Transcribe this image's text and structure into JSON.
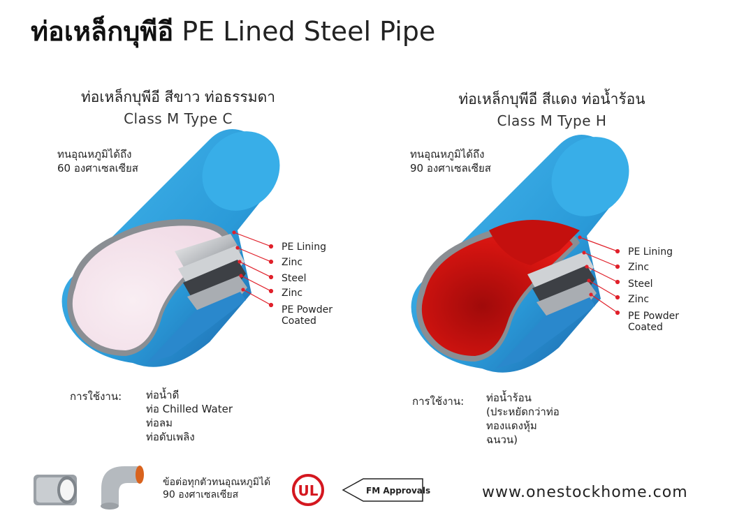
{
  "header": {
    "title_th": "ท่อเหล็กบุพีอี",
    "title_en": "PE Lined Steel Pipe"
  },
  "left_pipe": {
    "title_line1": "ท่อเหล็กบุพีอี สีขาว ท่อธรรมดา",
    "title_line2": "Class M Type C",
    "temp_line1": "ทนอุณหภูมิได้ถึง",
    "temp_line2": "60 องศาเซลเซียส",
    "layers": [
      "PE Lining",
      "Zinc",
      "Steel",
      "Zinc",
      "PE Powder",
      "Coated"
    ],
    "usage_label": "การใช้งาน:",
    "usage_items": [
      "ท่อน้ำดี",
      "ท่อ Chilled Water",
      "ท่อลม",
      "ท่อดับเพลิง"
    ],
    "lining_color": "#f6e4ec"
  },
  "right_pipe": {
    "title_line1": "ท่อเหล็กบุพีอี สีแดง ท่อน้ำร้อน",
    "title_line2": "Class M Type H",
    "temp_line1": "ทนอุณหภูมิได้ถึง",
    "temp_line2": "90 องศาเซลเซียส",
    "layers": [
      "PE Lining",
      "Zinc",
      "Steel",
      "Zinc",
      "PE Powder",
      "Coated"
    ],
    "usage_label": "การใช้งาน:",
    "usage_items": [
      "ท่อน้ำร้อน",
      "(ประหยัดกว่าท่อ",
      "ทองแดงหุ้ม",
      "ฉนวน)"
    ],
    "lining_color": "#c4100e"
  },
  "footer": {
    "fittings_line1": "ข้อต่อทุกตัวทนอุณหภูมิได้",
    "fittings_line2": "90 องศาเซลเซียส",
    "ul_logo_text": "UL",
    "fm_logo_text": "FM Approvals",
    "website": "www.onestockhome.com"
  },
  "colors": {
    "pipe_blue": "#2ea4e0",
    "pipe_blue_dark": "#1f6fb4",
    "pointer_red": "#e0202a",
    "ul_red": "#d4171f"
  }
}
